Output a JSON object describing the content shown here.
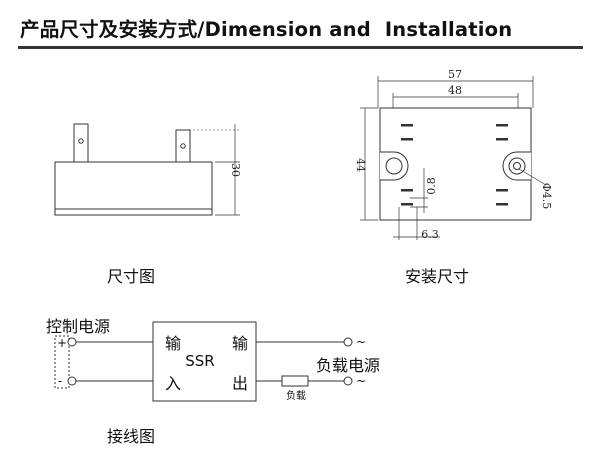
{
  "title": "产品尺寸及安装方式/Dimension and  Installation",
  "captions": {
    "dimension_drawing": "尺寸图",
    "mounting_drawing": "安装尺寸",
    "wiring_drawing": "接线图"
  },
  "side_view": {
    "height": "30"
  },
  "top_view": {
    "overall_width": "57",
    "hole_spacing": "48",
    "height": "44",
    "hole_diameter": "Φ4.5",
    "terminal_thickness": "0.8",
    "terminal_width": "6.3"
  },
  "wiring": {
    "control_supply": "控制电源",
    "plus": "+",
    "minus": "-",
    "input_top": "输",
    "input_bottom": "入",
    "relay": "SSR",
    "output_top": "输",
    "output_bottom": "出",
    "load_supply": "负载电源",
    "load": "负载",
    "ac_top": "~",
    "ac_bottom": "~"
  }
}
